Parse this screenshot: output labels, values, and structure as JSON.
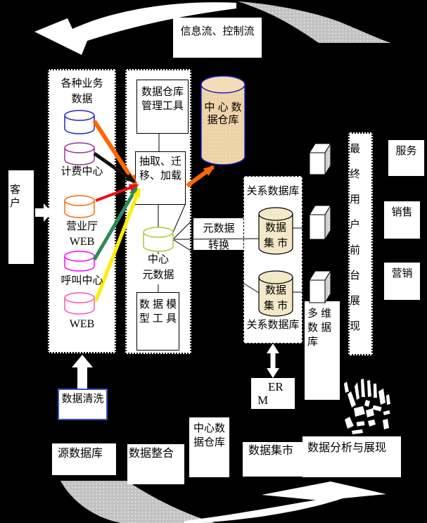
{
  "top": {
    "flow_label": "信息流、控制流"
  },
  "left": {
    "customer": "客户",
    "panel_title_line1": "各种业务",
    "panel_title_line2": "数据",
    "billing": "计费中心",
    "hall": "营业厅",
    "hall_web": "WEB",
    "call_center": "呼叫中心",
    "web": "WEB"
  },
  "middle": {
    "dw_tool": [
      "数据仓库",
      "管理工具"
    ],
    "etl": [
      "抽取、迁",
      "移、加载"
    ],
    "meta_cyl": [
      "中心",
      "元数据"
    ],
    "model_tool": [
      "数 据 模",
      "型 工 具"
    ],
    "central_dw": [
      "中 心 数",
      "据仓库"
    ],
    "meta_convert": [
      "元数据",
      "转换"
    ]
  },
  "right": {
    "rel_db_top": "关系数据库",
    "rel_db_bottom": "关系数据库",
    "mart1": [
      "数据",
      "集 市"
    ],
    "mart2": [
      "数据",
      "集 市"
    ],
    "multi_dim": [
      "多 维",
      "数 据",
      "库"
    ],
    "frontend": "最终用户前台展现",
    "service": "服务",
    "sales": "销售",
    "marketing": "营销"
  },
  "bottom": {
    "clean": "数据清洗",
    "source_db": "源数据库",
    "integrate": "数据整合",
    "central_dw": [
      "中心数",
      "据仓库"
    ],
    "erm": [
      "ER",
      "M"
    ],
    "mart": "数据集市",
    "analysis": "数据分析与展现"
  },
  "colors": {
    "cyl_blue": "#2222cc",
    "cyl_purple": "#993399",
    "cyl_orange": "#ff6600",
    "cyl_magenta": "#ff00ff",
    "cyl_pink": "#ff50b4",
    "meta_green": "#aac832",
    "dw_tan": "#eed2a7",
    "dw_outline": "#2020c0",
    "mart_cream": "#f2e7c6",
    "arrow_orange": "#ff6600",
    "arrow_black": "#111111",
    "arrow_red": "#ee1111",
    "arrow_green": "#2e8b57",
    "arrow_yellow": "#ffee00",
    "clean_border": "#3a4fc0",
    "swoosh_gray": "#c2c2c2"
  }
}
